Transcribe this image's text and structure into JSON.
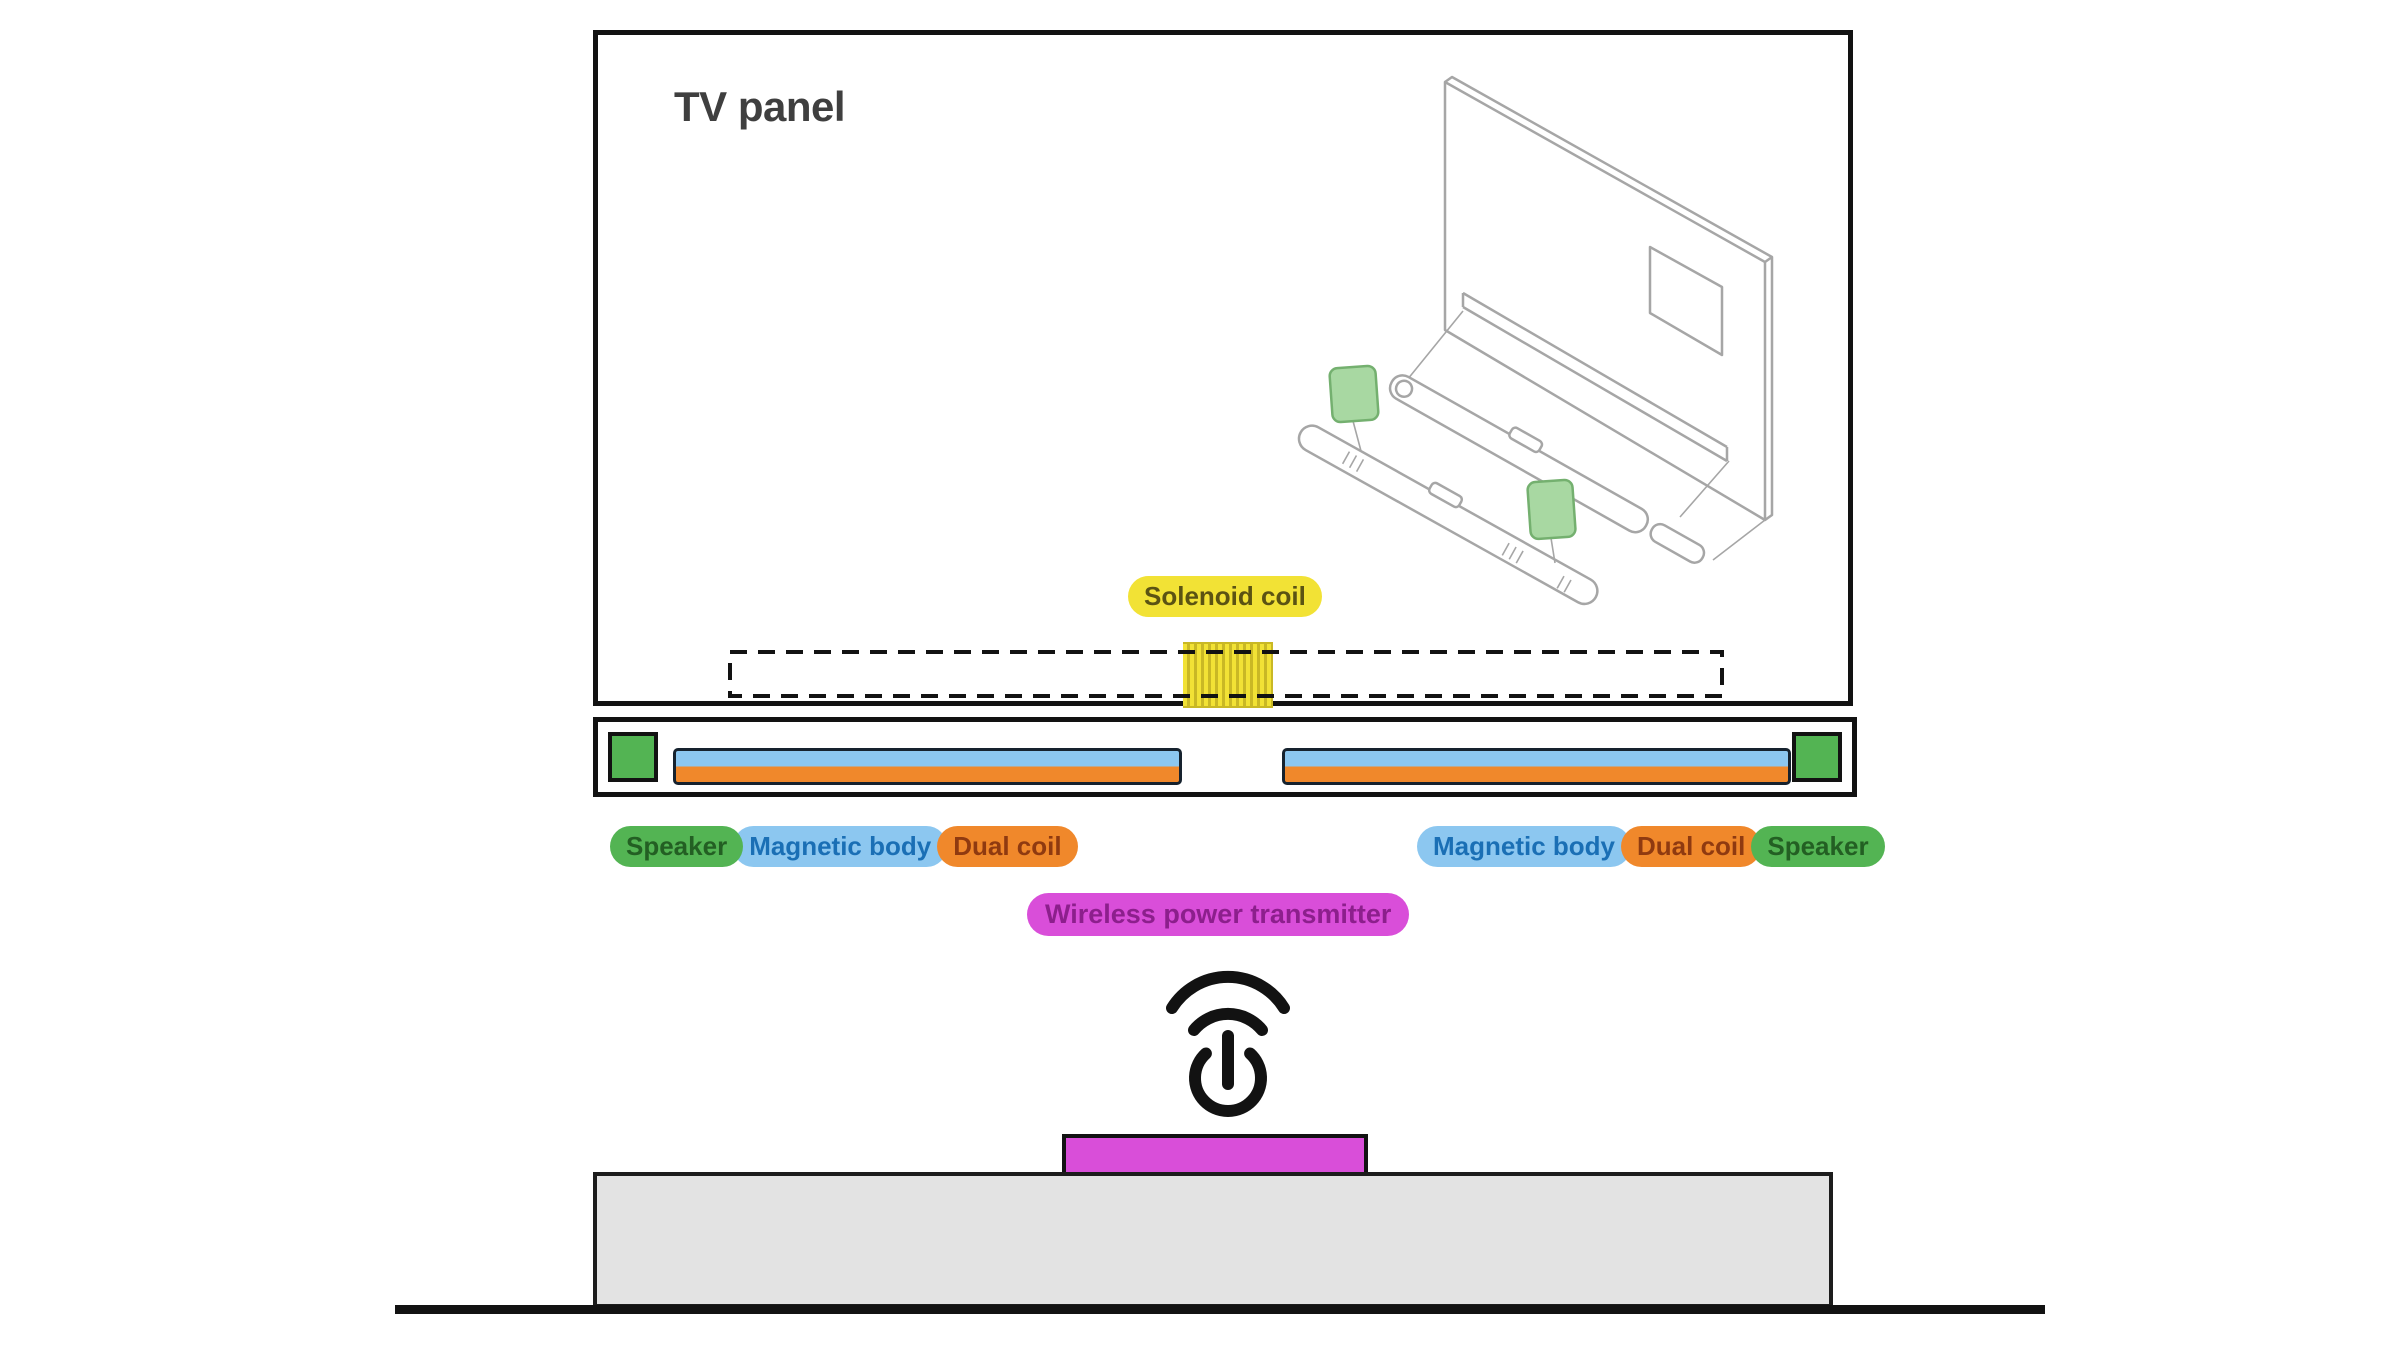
{
  "title": "TV panel",
  "solenoid_label": "Solenoid coil",
  "transmitter_label": "Wireless power transmitter",
  "left_labels": [
    {
      "text": "Speaker",
      "type": "green"
    },
    {
      "text": "Magnetic body",
      "type": "blue"
    },
    {
      "text": "Dual coil",
      "type": "orange"
    }
  ],
  "right_labels": [
    {
      "text": "Magnetic body",
      "type": "blue"
    },
    {
      "text": "Dual coil",
      "type": "orange"
    },
    {
      "text": "Speaker",
      "type": "green"
    }
  ],
  "icons": {
    "wireless_power": "power-symbol-with-radio-waves"
  },
  "colors": {
    "ink": "#121212",
    "title-text": "#3f3f3f",
    "green": "#53b453",
    "green-text": "#235f23",
    "blue": "#8cc7f0",
    "blue-text": "#1a6fb5",
    "orange": "#f0882b",
    "orange-text": "#8f3a10",
    "yellow": "#f2e235",
    "yellow-stripe": "#c9b825",
    "yellow-text": "#5b5313",
    "magenta": "#d94ed9",
    "magenta-text": "#8c1f8c",
    "table-gray": "#e3e3e3",
    "sketch-gray": "#a6a6a6",
    "sketch-green-fill": "#a8d8a2",
    "sketch-green-stroke": "#74b06f"
  }
}
